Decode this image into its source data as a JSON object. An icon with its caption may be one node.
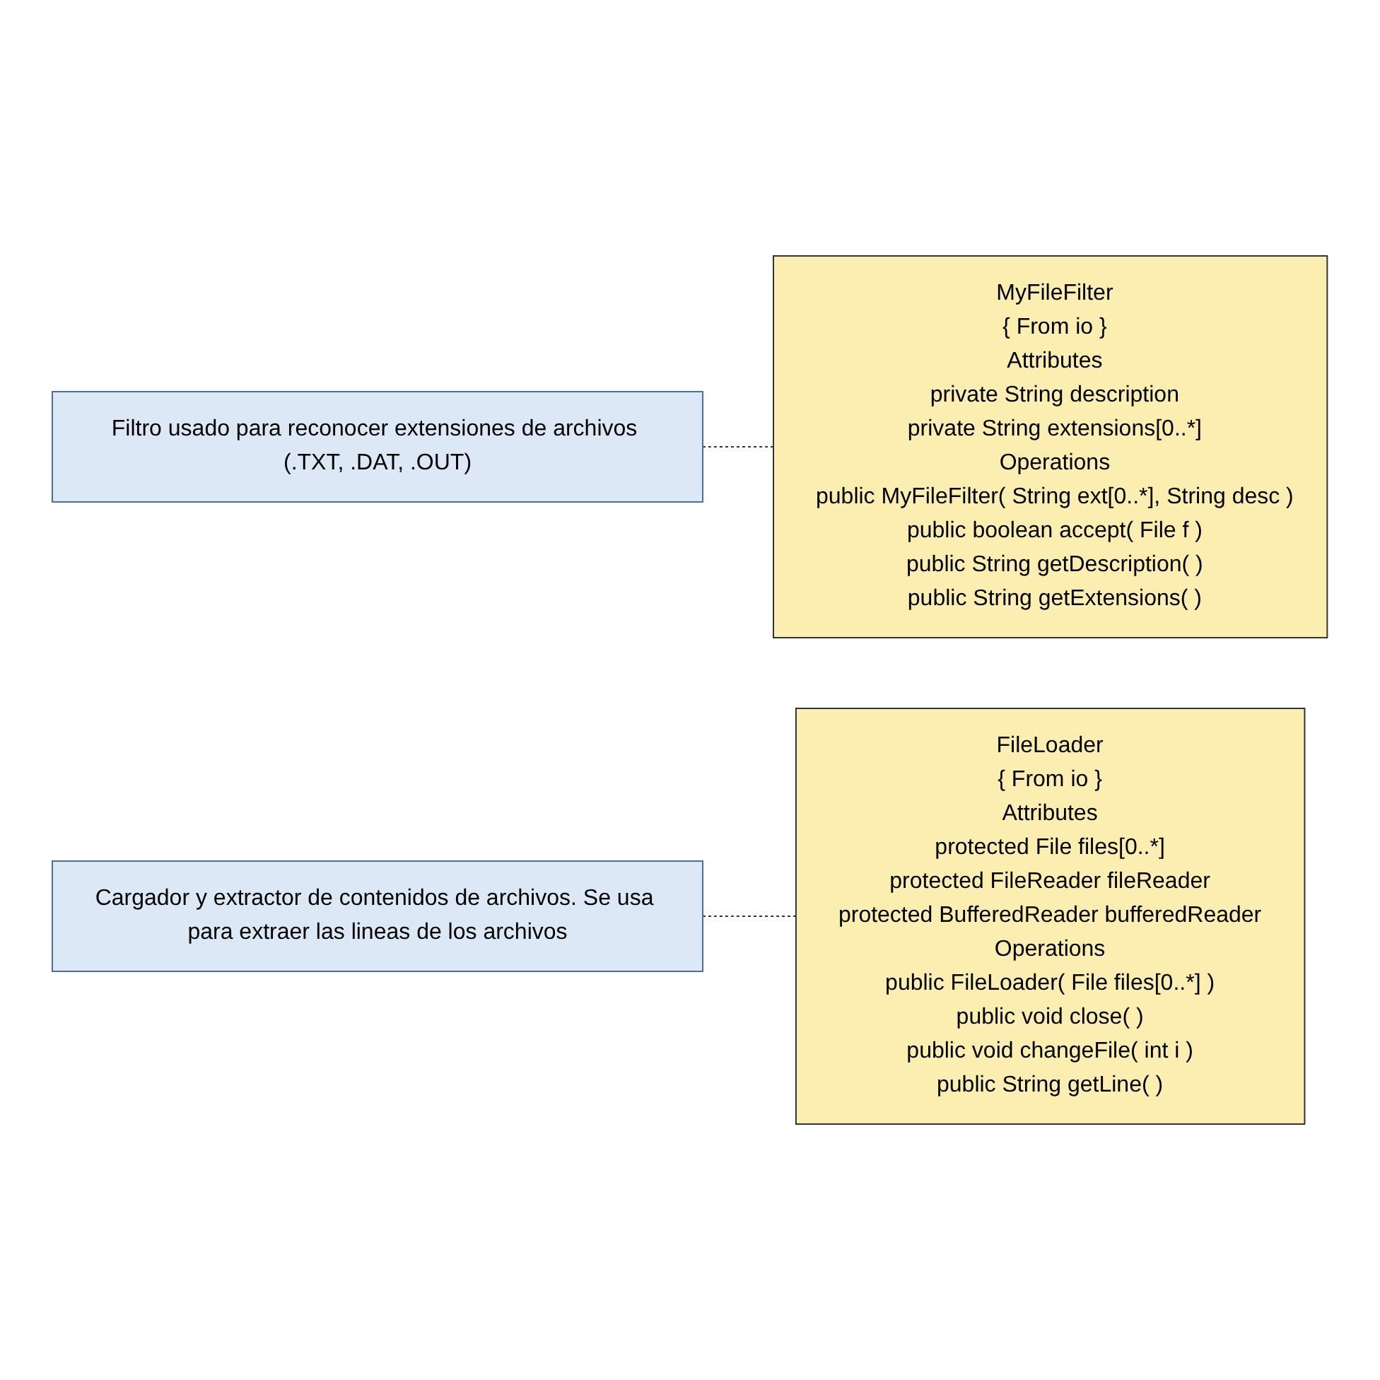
{
  "diagram": {
    "nodes": [
      {
        "text": [
          "MyFileFilter",
          "{ From io }",
          "Attributes",
          "private String description",
          "private String extensions[0..*]",
          "Operations",
          "public MyFileFilter( String ext[0..*], String desc )",
          "public boolean  accept( File f )",
          "public String  getDescription( )",
          "public String  getExtensions( )"
        ]
      },
      {
        "text": [
          "Filtro usado para reconocer extensiones de archivos (.TXT, .DAT, .OUT)"
        ]
      },
      {
        "text": [
          "FileLoader",
          "{ From io }",
          "Attributes",
          "protected File files[0..*]",
          "protected FileReader fileReader",
          "protected BufferedReader bufferedReader",
          "Operations",
          "public FileLoader( File files[0..*] )",
          "public void  close( )",
          "public void  changeFile( int i )",
          "public String  getLine( )"
        ]
      },
      {
        "text": [
          "Cargador y extractor de contenidos de archivos. Se usa para extraer las lineas de los archivos"
        ]
      }
    ],
    "edges": [
      {
        "from": 1,
        "to": 0,
        "arrow": "none",
        "style": "dashed"
      },
      {
        "from": 3,
        "to": 2,
        "arrow": "none",
        "style": "dashed"
      }
    ]
  }
}
